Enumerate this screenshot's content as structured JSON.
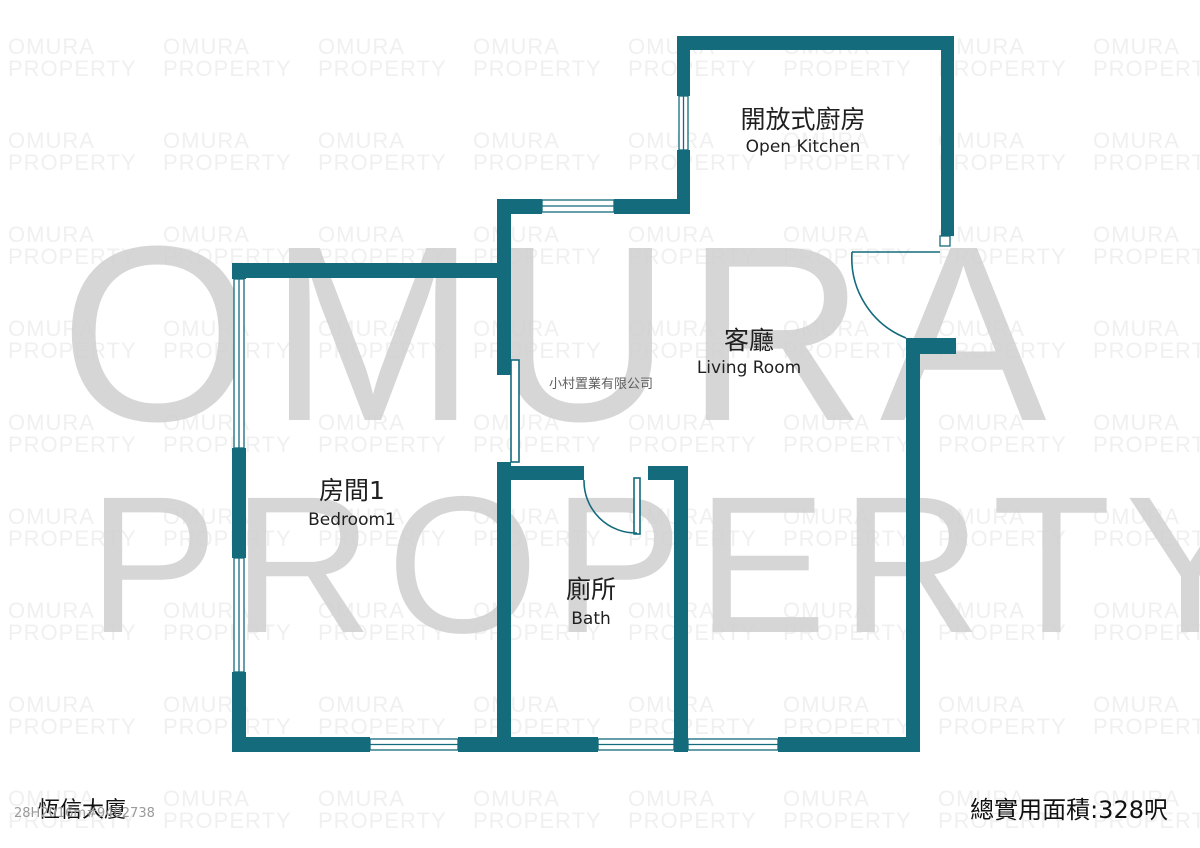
{
  "watermark": {
    "brand_line1": "OMURA",
    "brand_line2": "PROPERTY"
  },
  "rooms": {
    "kitchen": {
      "name_zh": "開放式廚房",
      "name_en": "Open Kitchen"
    },
    "living": {
      "name_zh": "客廳",
      "name_en": "Living Room"
    },
    "bedroom": {
      "name_zh": "房間1",
      "name_en": "Bedroom1"
    },
    "bath": {
      "name_zh": "廁所",
      "name_en": "Bath"
    }
  },
  "company": "小村置業有限公司",
  "footer": {
    "building_name": "恆信大廈",
    "reference": "28H2016m#9402738",
    "area_text": "總實用面積:328呎"
  },
  "colors": {
    "wall": "#136b7c",
    "watermark": "#cfcfcf"
  }
}
